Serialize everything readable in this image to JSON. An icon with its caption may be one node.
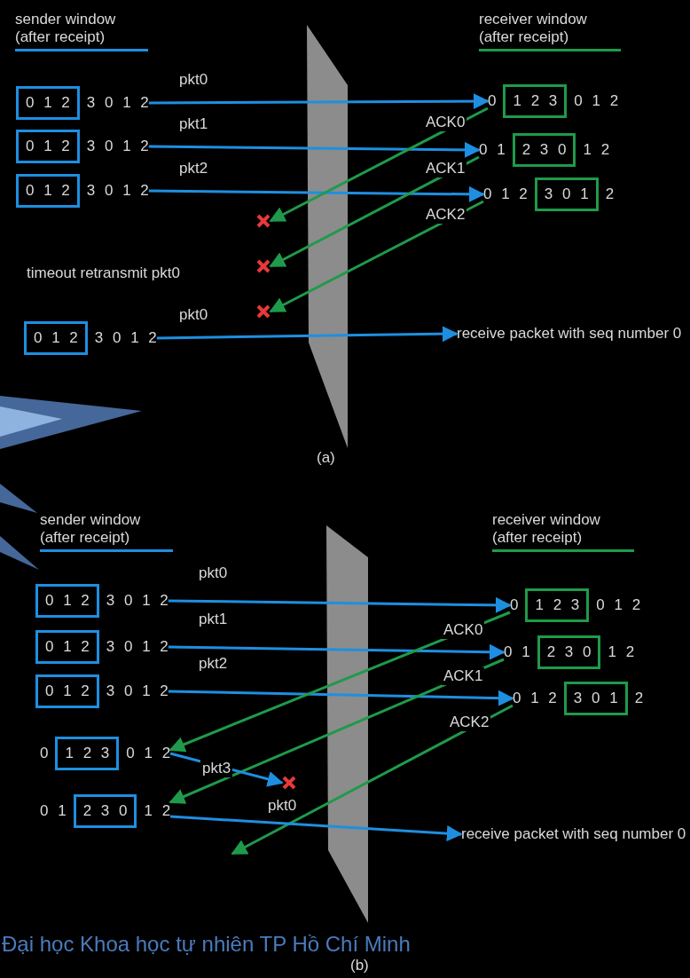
{
  "diagram": {
    "nodes": [
      {
        "text": [
          "0 1 2"
        ],
        "beside": [
          "3 0 1 2"
        ]
      },
      {
        "text": [
          "1 2 3"
        ],
        "beside": [
          "0",
          "0 1 2"
        ]
      },
      {
        "text": [
          "0 1 2"
        ],
        "beside": [
          "3 0 1 2"
        ]
      },
      {
        "text": [
          "2 3 0"
        ],
        "beside": [
          "0 1",
          "1 2"
        ]
      },
      {
        "text": [
          "0 1 2"
        ],
        "beside": [
          "3 0 1 2"
        ]
      },
      {
        "text": [
          "3 0 1"
        ],
        "beside": [
          "0 1 2",
          "2"
        ]
      },
      {
        "text": [
          "0 1 2"
        ],
        "beside": [
          "3 0 1 2"
        ]
      },
      {
        "text": [
          "receive packet with seq number 0"
        ]
      },
      {
        "text": [
          "0 1 2"
        ],
        "beside": [
          "3 0 1 2"
        ]
      },
      {
        "text": [
          "1 2 3"
        ],
        "beside": [
          "0",
          "0 1 2"
        ]
      },
      {
        "text": [
          "0 1 2"
        ],
        "beside": [
          "3 0 1 2"
        ]
      },
      {
        "text": [
          "2 3 0"
        ],
        "beside": [
          "0 1",
          "1 2"
        ]
      },
      {
        "text": [
          "0 1 2"
        ],
        "beside": [
          "3 0 1 2"
        ]
      },
      {
        "text": [
          "3 0 1"
        ],
        "beside": [
          "0 1 2",
          "2"
        ]
      },
      {
        "text": [
          "1 2 3"
        ],
        "beside": [
          "0",
          "0 1 2"
        ]
      },
      {
        "text": [
          "2 3 0"
        ],
        "beside": [
          "0 1",
          "1 2"
        ]
      },
      {
        "text": [
          "receive packet with seq number 0"
        ]
      },
      {
        "text": [],
        "shape": "cross"
      },
      {
        "text": [],
        "shape": "cross"
      },
      {
        "text": [],
        "shape": "cross"
      },
      {
        "text": [],
        "shape": "cross"
      }
    ],
    "edges": [
      {
        "from": 0,
        "to": 1,
        "arrow": "to",
        "label": "pkt0"
      },
      {
        "from": 2,
        "to": 3,
        "arrow": "to",
        "label": "pkt1"
      },
      {
        "from": 4,
        "to": 5,
        "arrow": "to",
        "label": "pkt2"
      },
      {
        "from": 1,
        "to": 17,
        "arrow": "to",
        "label": "ACK0",
        "color": "#1f9a4a"
      },
      {
        "from": 3,
        "to": 18,
        "arrow": "to",
        "label": "ACK1",
        "color": "#1f9a4a"
      },
      {
        "from": 5,
        "to": 19,
        "arrow": "to",
        "label": "ACK2",
        "color": "#1f9a4a"
      },
      {
        "from": 6,
        "to": 7,
        "arrow": "to",
        "label": "pkt0"
      },
      {
        "from": 8,
        "to": 9,
        "arrow": "to",
        "label": "pkt0"
      },
      {
        "from": 10,
        "to": 11,
        "arrow": "to",
        "label": "pkt1"
      },
      {
        "from": 12,
        "to": 13,
        "arrow": "to",
        "label": "pkt2"
      },
      {
        "from": 9,
        "to": 14,
        "arrow": "to",
        "label": "ACK0",
        "color": "#1f9a4a"
      },
      {
        "from": 11,
        "to": 15,
        "arrow": "to",
        "label": "ACK1",
        "color": "#1f9a4a"
      },
      {
        "from": 13,
        "to": null,
        "arrow": "to",
        "label": "ACK2",
        "color": "#1f9a4a"
      },
      {
        "from": 14,
        "to": 20,
        "arrow": "to",
        "label": "pkt3"
      },
      {
        "from": 15,
        "to": 16,
        "arrow": "to",
        "label": "pkt0"
      }
    ],
    "labels": [
      "sender window (after receipt)",
      "receiver window (after receipt)",
      "timeout retransmit pkt0",
      "(a)",
      "sender window (after receipt)",
      "receiver window (after receipt)",
      "(b)",
      "Đại học Khoa học tự nhiên TP Hồ Chí Minh"
    ]
  }
}
